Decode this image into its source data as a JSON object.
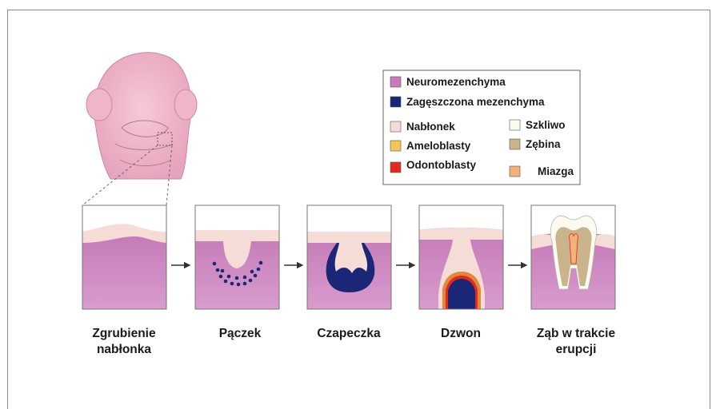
{
  "legend": {
    "items": [
      {
        "label": "Neuromezenchyma",
        "color": "#c97bbb"
      },
      {
        "label": "Zagęszczona mezenchyma",
        "color": "#1c2676"
      },
      {
        "label": "Nabłonek",
        "color": "#f6dcd6"
      },
      {
        "label": "Szkliwo",
        "color": "#fbfbf2"
      },
      {
        "label": "Ameloblasty",
        "color": "#f2c75a"
      },
      {
        "label": "Zębina",
        "color": "#c9b48c"
      },
      {
        "label": "Odontoblasty",
        "color": "#e32a1f"
      },
      {
        "label": "Miazga",
        "color": "#f2b27a"
      }
    ]
  },
  "stages": [
    {
      "line1": "Zgrubienie",
      "line2": "nabłonka"
    },
    {
      "line1": "Pączek",
      "line2": ""
    },
    {
      "line1": "Czapeczka",
      "line2": ""
    },
    {
      "line1": "Dzwon",
      "line2": ""
    },
    {
      "line1": "Ząb w trakcie",
      "line2": "erupcji"
    }
  ],
  "colors": {
    "tissue": "#c97bbb",
    "tissue_light": "#dca3d1",
    "epithelium": "#f6dcd6",
    "head": "#f0b8cc",
    "condensed": "#1c2676",
    "arrow": "#333333"
  }
}
